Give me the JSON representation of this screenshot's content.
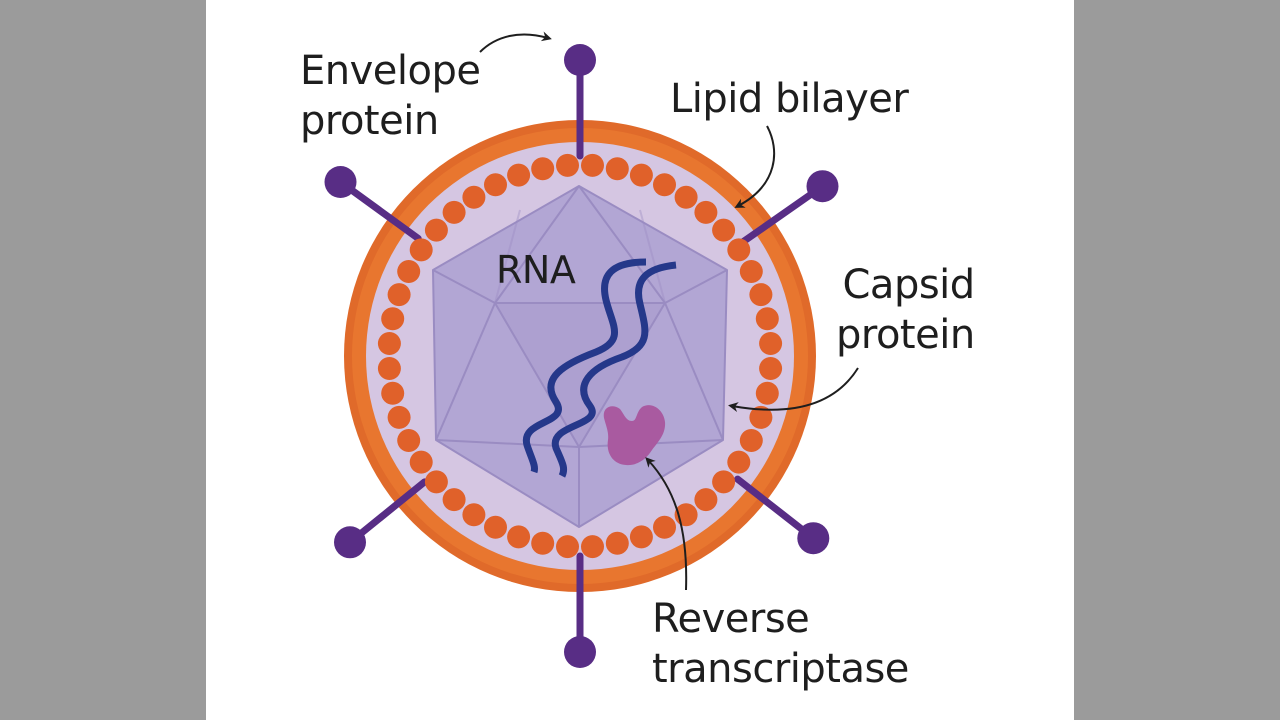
{
  "title": "Retrovirus structure diagram",
  "colors": {
    "background": "#9b9b9b",
    "panel": "#ffffff",
    "envelope_ring": "#e06a2a",
    "envelope_ring_inner": "#e8762f",
    "lipid_beads": "#e0612a",
    "matrix_fill": "#d5c6e2",
    "capsid_fill": "#b2a6d4",
    "capsid_edges": "#9a8cc2",
    "rna": "#25388a",
    "reverse_transcriptase": "#a95aa0",
    "spike": "#582d85",
    "text": "#1e1e1e"
  },
  "labels": {
    "envelope_protein": [
      "Envelope",
      "protein"
    ],
    "lipid_bilayer": [
      "Lipid bilayer"
    ],
    "capsid_protein": [
      "Capsid",
      "protein"
    ],
    "reverse_transcriptase": [
      "Reverse",
      "transcriptase"
    ],
    "rna": "RNA"
  },
  "structure": {
    "envelope_protein_count": 6,
    "lipid_bead_count": 48,
    "rna_strands": 2
  }
}
